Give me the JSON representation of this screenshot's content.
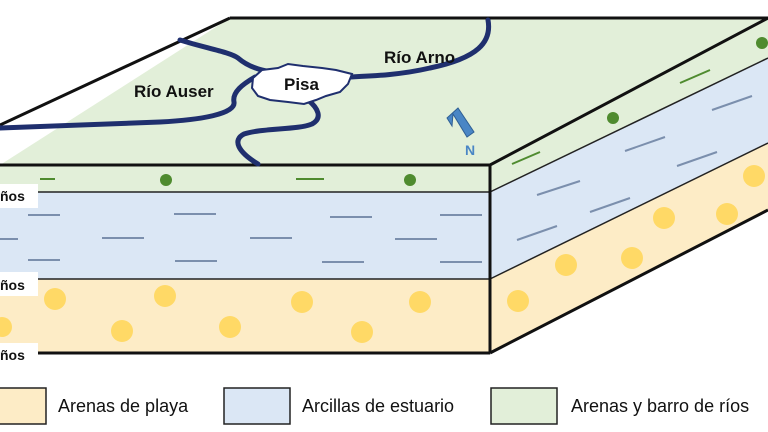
{
  "map": {
    "rivers": [
      "Río Auser",
      "Río Arno"
    ],
    "city": "Pisa",
    "north": "N"
  },
  "age_labels": [
    "ños",
    "ños",
    "ños"
  ],
  "legend": [
    {
      "label": "Arenas de playa",
      "color": "#fdecc6"
    },
    {
      "label": "Arcillas de estuario",
      "color": "#dbe7f5"
    },
    {
      "label": "Arenas y barro de ríos",
      "color": "#e2efd9"
    }
  ],
  "colors": {
    "river": "#1f2f6e",
    "north_arrow": "#4a86c5",
    "sand_dot": "#ffd966",
    "green_marker": "#4f8b2f",
    "clay_dash": "#7b8fad"
  }
}
